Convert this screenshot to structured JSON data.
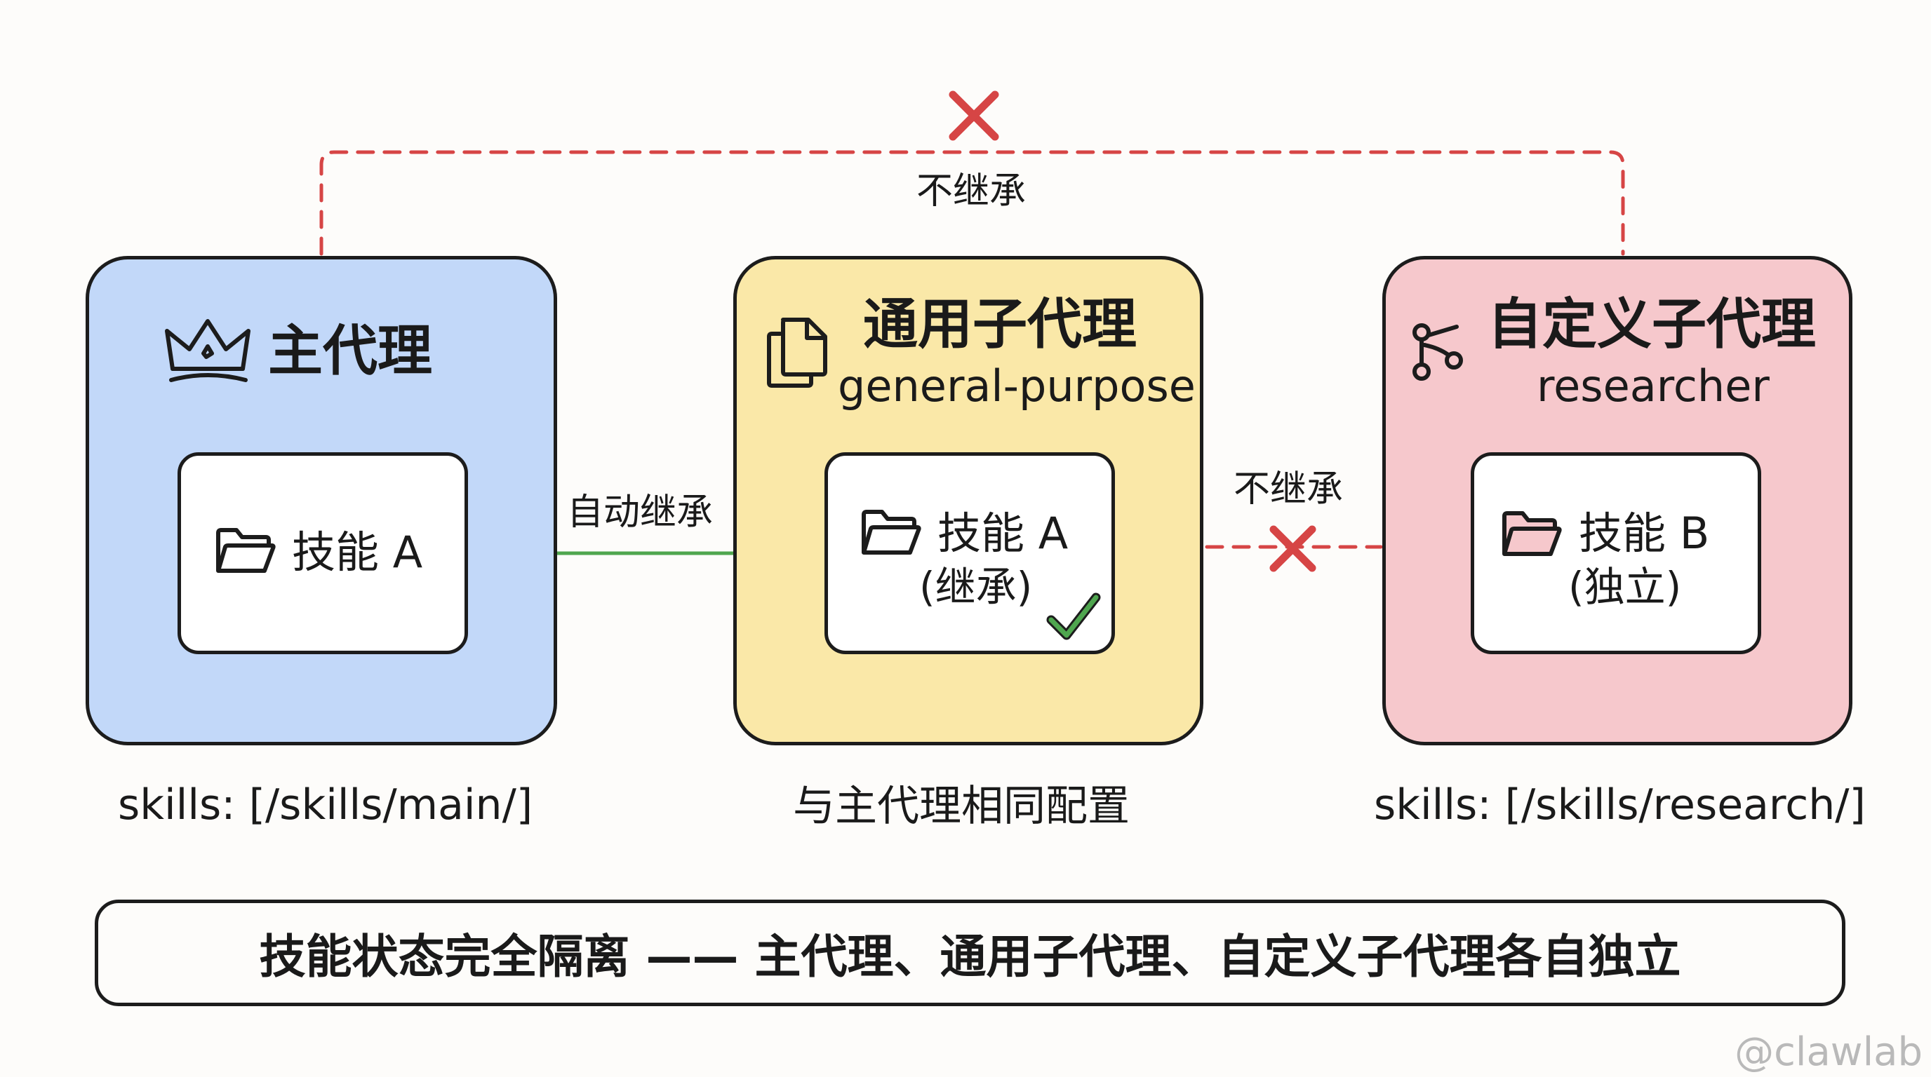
{
  "agents": {
    "main": {
      "title": "主代理",
      "skill_label": "技能 A",
      "config": "skills: [/skills/main/]",
      "icon": "crown-icon",
      "color": "#c2d8f9"
    },
    "general": {
      "title": "通用子代理",
      "subtitle": "general-purpose",
      "skill_label": "技能 A",
      "skill_note": "(继承)",
      "config": "与主代理相同配置",
      "icon": "copy-icon",
      "color": "#fae8a8"
    },
    "custom": {
      "title": "自定义子代理",
      "subtitle": "researcher",
      "skill_label": "技能 B",
      "skill_note": "(独立)",
      "config": "skills: [/skills/research/]",
      "icon": "branch-icon",
      "color": "#f6c8cc"
    }
  },
  "edges": {
    "main_to_general": {
      "label": "自动继承",
      "color": "#4fa64f"
    },
    "general_to_custom": {
      "label": "不继承",
      "color": "#d64545"
    },
    "main_to_custom": {
      "label": "不继承",
      "color": "#d64545"
    }
  },
  "banner": "技能状态完全隔离 —— 主代理、通用子代理、自定义子代理各自独立",
  "watermark": "@clawlab"
}
